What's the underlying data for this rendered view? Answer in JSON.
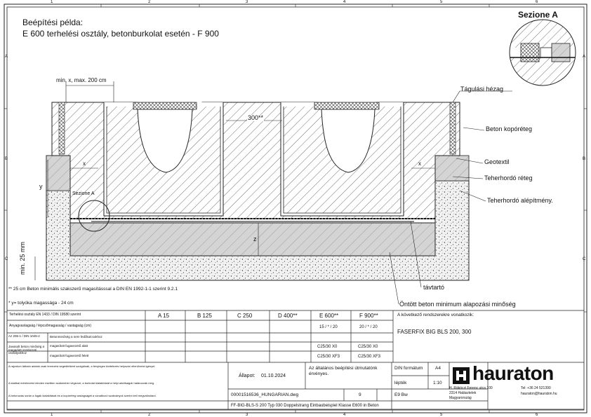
{
  "title": {
    "line1": "Beépítési példa:",
    "line2": "E 600 terhelési osztály, betonburkolat esetén - F 900"
  },
  "section": {
    "heading": "Sezione A",
    "marker": "Sezione A"
  },
  "grid": {
    "top_numbers": [
      "1",
      "2",
      "3",
      "4",
      "5",
      "6"
    ],
    "side_letters": [
      "A",
      "B",
      "C"
    ]
  },
  "dimensions": {
    "width": "min. x, max. 200 cm",
    "spacing": "300**",
    "x": "x",
    "y": "y",
    "z": "z",
    "thickness": "min. 25 mm"
  },
  "callouts": {
    "expansion_joint": "Tágulási hézag",
    "concrete_surround": "Beton kopóréteg",
    "geotextile": "Geotextil",
    "base_layer": "Teherhordó réteg",
    "sub_base": "Teherhordó alépítmény.",
    "support": "távtartó",
    "poured_concrete": "Öntött beton minimum alapozási minőség"
  },
  "notes": {
    "note1": "** 25 cm Beton minimális szakszerű magasításssal a DIN EN 1992-1-1 szerint 9.2.1",
    "note2": "* y= tolyóka magassága - 24 cm"
  },
  "table": {
    "label_row": "Terhelési osztály EN 1433 / DIN 19580 szerint",
    "classes": [
      "A 15",
      "B 125",
      "C 250",
      "D 400**",
      "E 600**",
      "F 900**"
    ],
    "row_thickness_label": "Anyagvastagság / lépcsőmagasság / vastagság (cm)",
    "row_thickness_values": [
      "",
      "",
      "",
      "",
      "15 / * / 20",
      "20 / * / 20"
    ],
    "row_concrete_label_a": "Az 206-1 / DIN 1045-2",
    "row_concrete_text_a": "Betonminőség a nem fedőkulcsokhoz",
    "row_concrete_label_b": "Javasolt beton minőség a megadott szerkezeti osztályokhoz",
    "row_concrete_text_b": "magasított fugavezető alatt",
    "row_concrete_text_c": "magasított fugavezető felett",
    "row_concrete_values_b": [
      "",
      "",
      "",
      "",
      "C25/30 X0",
      "C25/30 X0"
    ],
    "row_concrete_values_c": [
      "",
      "",
      "",
      "",
      "C25/30 XF3",
      "C25/30 XF3"
    ],
    "reference_heading": "A következő rendszerekre vonatkozik:",
    "reference_product": "FASERFIX BIG BLS  200, 300"
  },
  "footer": {
    "disclaimer_1": "A rajzokon látható adatok csak tervezési segédletként szolgálnak, a tényleges kivitelezés helyszíni ellenőrzést igényel.",
    "disclaimer_2": "A statikai méretezést minden esetben szakember végezze; a burkolat kialakítását a helyi adottságok határozzák meg.",
    "disclaimer_3": "A betonozás során a fugák kialakítását és a kopóréteg vastagságát a vonatkozó szabványok szerint kell megvalósítani.",
    "status_label": "Állapot:",
    "status_date": "01.10.2024",
    "note_block": "Az általános beépítési útmutatónk érvényes.",
    "file_name": "00001516536_HUNGARIAN.dwg",
    "revision": "9",
    "sheet": "E9 Bw",
    "format_label": "DIN formátum",
    "format_value": "A4",
    "scale_label": "lépték",
    "scale_value": "1:10",
    "bottom_line": "FF-BIG-BLS-S 200 Typ 030 Doppelstrang Einbaubeispiel Klasse E600 in Beton",
    "brand": "hauraton",
    "address": "H. Rákóczi Ferenc utca 100",
    "address2": "2314 Halásztelek",
    "address3": "Magyarország",
    "phone": "Tel: +36 24 521390",
    "email": "hauraton@hauraton.hu"
  },
  "colors": {
    "line": "#1a1a1a",
    "hatch": "#222222",
    "concrete_fill": "#c9c9c9",
    "paper": "#ffffff"
  }
}
